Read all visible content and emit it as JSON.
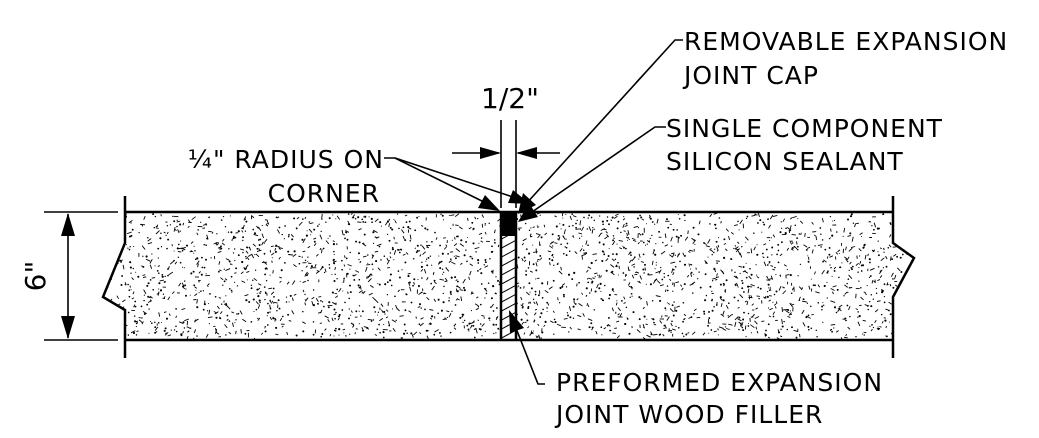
{
  "title": "",
  "labels": {
    "cap_line1": "REMOVABLE EXPANSION",
    "cap_line2": "JOINT CAP",
    "joint_width": "1/2\"",
    "sealant_line1": "SINGLE COMPONENT",
    "sealant_line2": "SILICON SEALANT",
    "radius_line1": "¼\" RADIUS ON",
    "radius_line2": "CORNER",
    "thickness": "6\"",
    "filler_line1": "PREFORMED EXPANSION",
    "filler_line2": "JOINT WOOD FILLER"
  },
  "colors": {
    "ink": "#000000",
    "paper": "#ffffff"
  }
}
